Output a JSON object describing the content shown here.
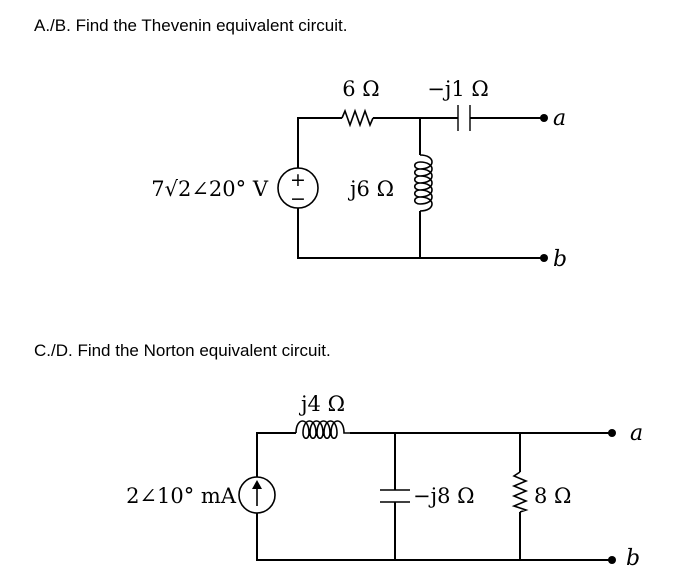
{
  "problem_ab": {
    "heading": "A./B.  Find the Thevenin equivalent circuit.",
    "source_label": "7√2∠20° V",
    "source_plus": "+",
    "source_minus": "−",
    "resistor_label": "6 Ω",
    "capacitor_label": "−j1 Ω",
    "inductor_label": "j6 Ω",
    "terminal_a": "a",
    "terminal_b": "b"
  },
  "problem_cd": {
    "heading": "C./D.  Find the Norton equivalent circuit.",
    "source_label": "2∠10° mA",
    "inductor_label": "j4 Ω",
    "capacitor_label": "−j8 Ω",
    "resistor_label": "8 Ω",
    "terminal_a": "a",
    "terminal_b": "b"
  }
}
